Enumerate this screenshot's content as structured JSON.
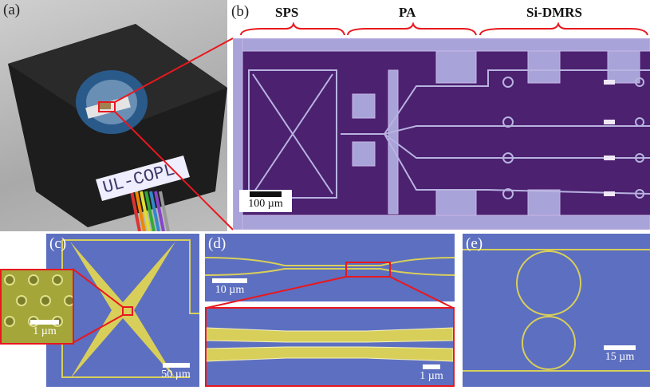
{
  "panels": {
    "a": {
      "label": "(a)",
      "device_label": "UL-COPL"
    },
    "b": {
      "label": "(b)",
      "sections": [
        "SPS",
        "PA",
        "Si-DMRS"
      ],
      "scale": "100 µm"
    },
    "c": {
      "label": "(c)",
      "scale": "50 µm",
      "inset_scale": "1 µm"
    },
    "d": {
      "label": "(d)",
      "scale": "10 µm",
      "inset_scale": "1 µm"
    },
    "e": {
      "label": "(e)",
      "scale": "15 µm"
    }
  },
  "colors": {
    "highlight": "#e8181e",
    "sem_bg": "#5d6fc0",
    "waveguide": "#d8cf5a",
    "chip": "#4a1f6e"
  }
}
